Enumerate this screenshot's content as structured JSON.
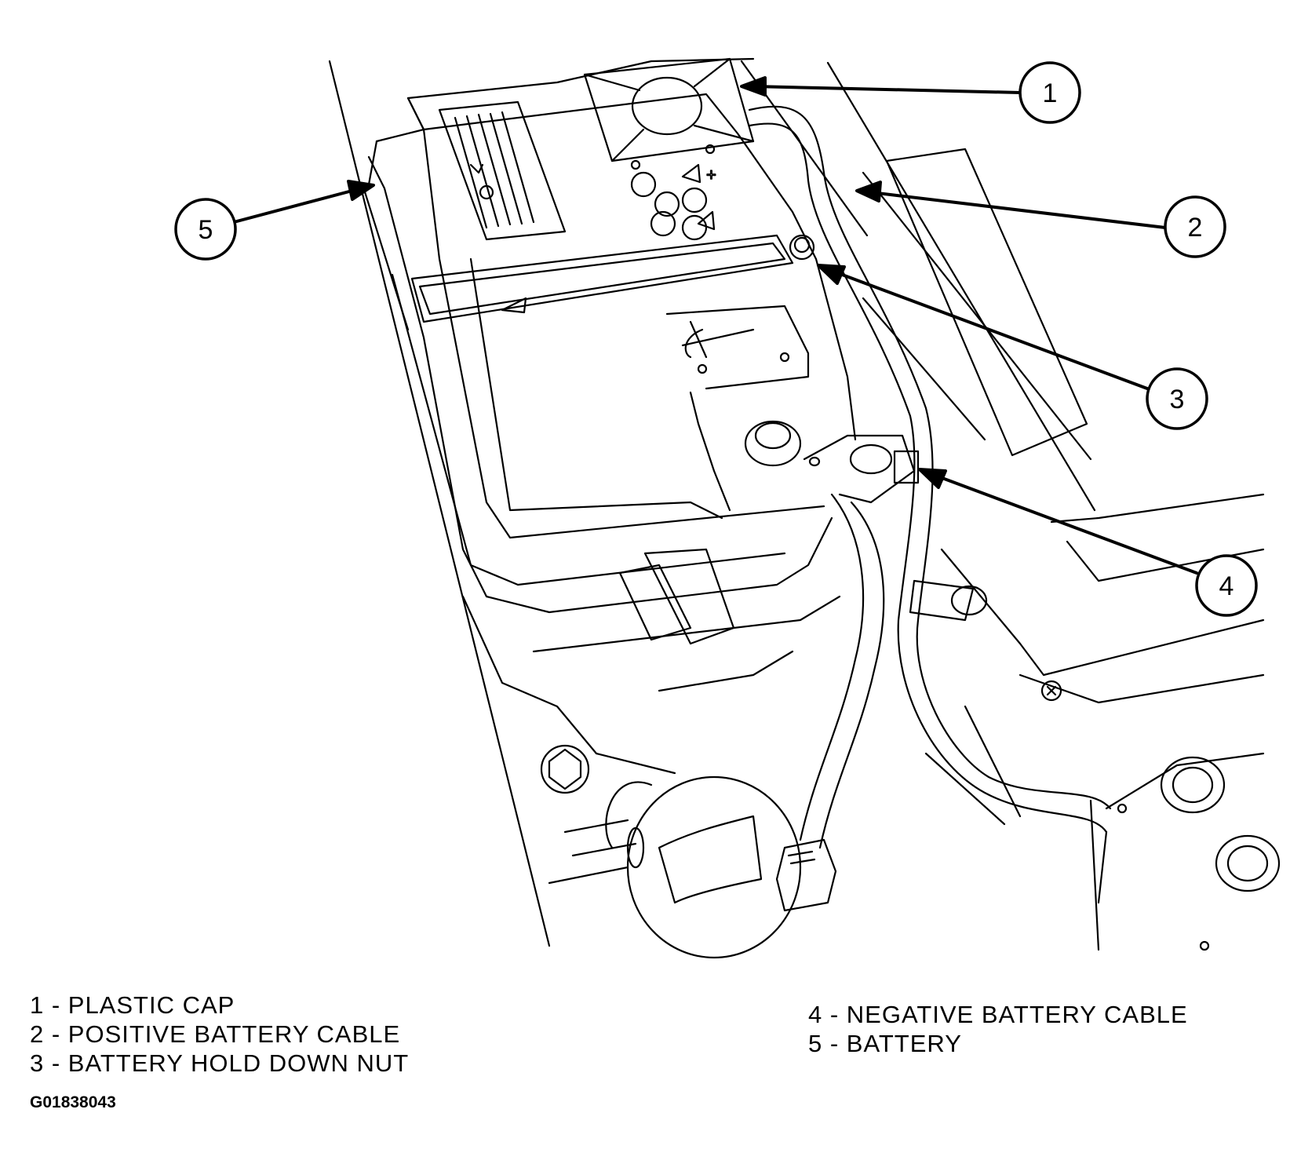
{
  "callouts": [
    {
      "number": "1",
      "label": "PLASTIC CAP"
    },
    {
      "number": "2",
      "label": "POSITIVE BATTERY CABLE"
    },
    {
      "number": "3",
      "label": "BATTERY HOLD DOWN NUT"
    },
    {
      "number": "4",
      "label": "NEGATIVE BATTERY CABLE"
    },
    {
      "number": "5",
      "label": "BATTERY"
    }
  ],
  "legend": {
    "left": [
      "1 - PLASTIC CAP",
      "2 - POSITIVE BATTERY CABLE",
      "3 - BATTERY HOLD DOWN NUT"
    ],
    "right": [
      "4 - NEGATIVE BATTERY CABLE",
      "5 - BATTERY"
    ]
  },
  "figure_code": "G01838043",
  "colors": {
    "line": "#000000",
    "background": "#ffffff"
  }
}
